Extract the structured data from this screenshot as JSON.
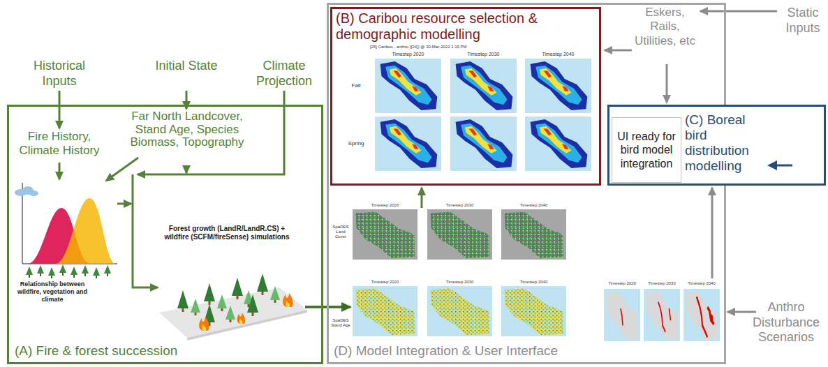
{
  "diagram": {
    "nodes": [
      {
        "text": [
          "(A) Fire & forest succession"
        ]
      },
      {
        "text": [
          "(D) Model Integration & User Interface"
        ]
      },
      {
        "text": [
          "(B) Caribou resource selection & demographic modelling"
        ],
        "in": 1
      },
      {
        "text": [
          "(C) Boreal bird distribution modelling"
        ]
      },
      {
        "text": [
          "UI ready for bird model integration"
        ],
        "in": 3
      }
    ],
    "labels": [
      "Historical Inputs",
      "Initial State",
      "Climate Projection",
      "Eskers, Rails, Utilities, etc",
      "Static Inputs",
      "Far North Landcover, Stand Age, Species Biomass, Topography",
      "Fire History, Climate History",
      "[25] Caribou - anthro ([24]) @ 30-Mar-2022 1:19 PM",
      "Timestep 2020",
      "Timestep 2030",
      "Timestep 2040",
      "Fall",
      "Spring",
      "Timestep 2020",
      "Timestep 2030",
      "Timestep 2040",
      "SpaDES Land Cover",
      "Forest growth (LandR/LandR.CS) + wildfire (SCFM/fireSense) simulations",
      "Relationship between wildfire, vegetation and climate",
      "Timestep 2020",
      "Timestep 2030",
      "Timestep 2040",
      "Timestep 2020",
      "Timestep 2030",
      "Timestep 2040",
      "SpaDES Stand Age",
      "Anthro Disturbance Scenarios"
    ]
  }
}
